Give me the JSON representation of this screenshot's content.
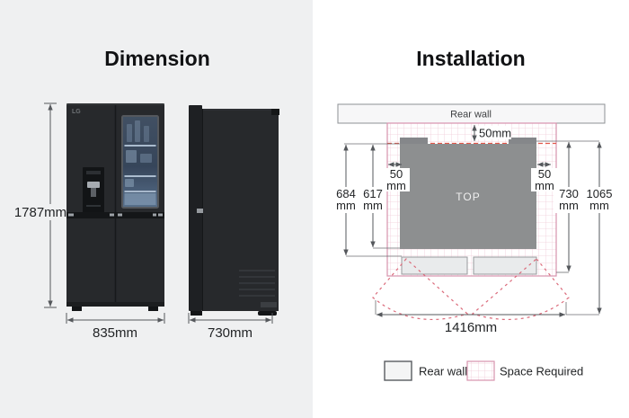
{
  "dimension_panel": {
    "title": "Dimension",
    "brand": "LG",
    "height": "1787mm",
    "width": "835mm",
    "depth": "730mm"
  },
  "installation_panel": {
    "title": "Installation",
    "rear_wall": "Rear wall",
    "top": "TOP",
    "clearance_rear": "50mm",
    "clearance_side_left": {
      "value": "50",
      "unit": "mm"
    },
    "clearance_side_right": {
      "value": "50",
      "unit": "mm"
    },
    "depth_684": {
      "value": "684",
      "unit": "mm"
    },
    "depth_617": {
      "value": "617",
      "unit": "mm"
    },
    "depth_730": {
      "value": "730",
      "unit": "mm"
    },
    "depth_1065": {
      "value": "1065",
      "unit": "mm"
    },
    "width_open": "1416mm",
    "legend": {
      "rear_wall_label": "Rear wall",
      "space_required_label": "Space Required"
    }
  },
  "colors": {
    "fridge_body": "#8d8f90",
    "alert_red": "#e2564a",
    "fan_pink": "#db6b7b",
    "space_border": "#d793ae",
    "grid_pink": "#f0ccd9"
  }
}
